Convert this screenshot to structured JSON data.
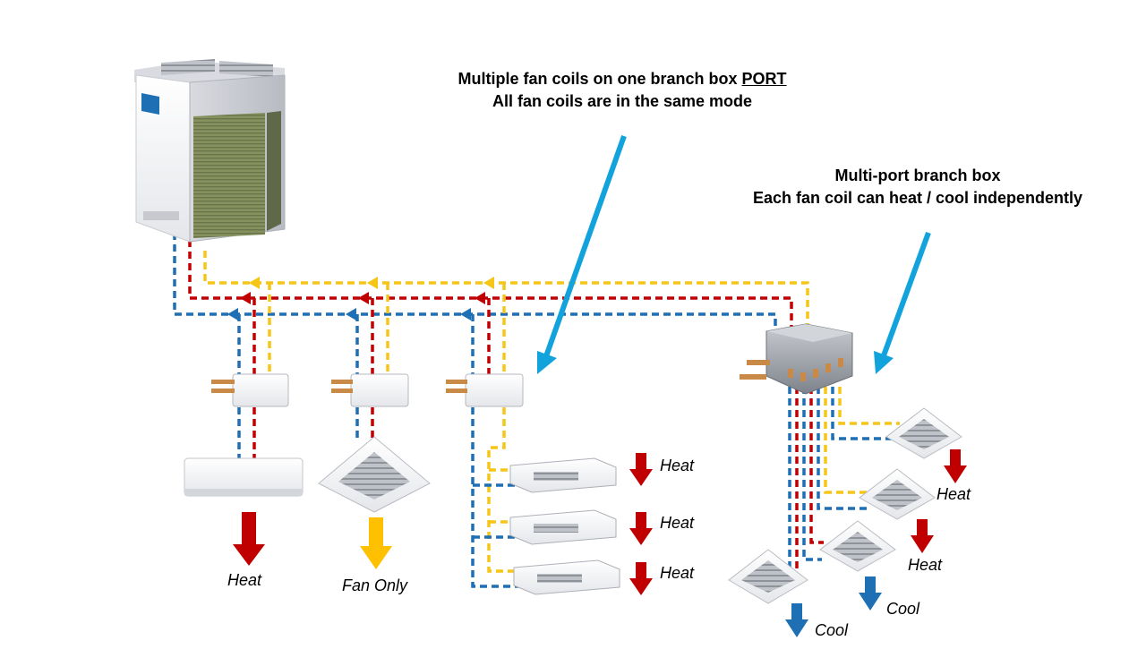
{
  "captions": {
    "branch_port_line1_prefix": "Multiple  fan coils on one branch box ",
    "branch_port_line1_emph": "PORT",
    "branch_port_line2": "All fan coils are in the same mode",
    "multiport_line1": "Multi-port  branch box",
    "multiport_line2": "Each fan coil can heat / cool independently"
  },
  "modes": {
    "wall_unit": "Heat",
    "cassette_left": "Fan Only",
    "ducted_1": "Heat",
    "ducted_2": "Heat",
    "ducted_3": "Heat",
    "cassette_r2": "Heat",
    "cassette_r3": "Heat",
    "cassette_r4": "Cool",
    "cassette_r5": "Cool"
  },
  "colors": {
    "heat_arrow": "#c00000",
    "fan_arrow": "#ffc000",
    "cool_arrow": "#1f6fb5",
    "pipe_red": "#c00000",
    "pipe_yellow": "#f5c518",
    "pipe_blue": "#1f6fb5",
    "callout_arrow": "#12a3dc"
  }
}
